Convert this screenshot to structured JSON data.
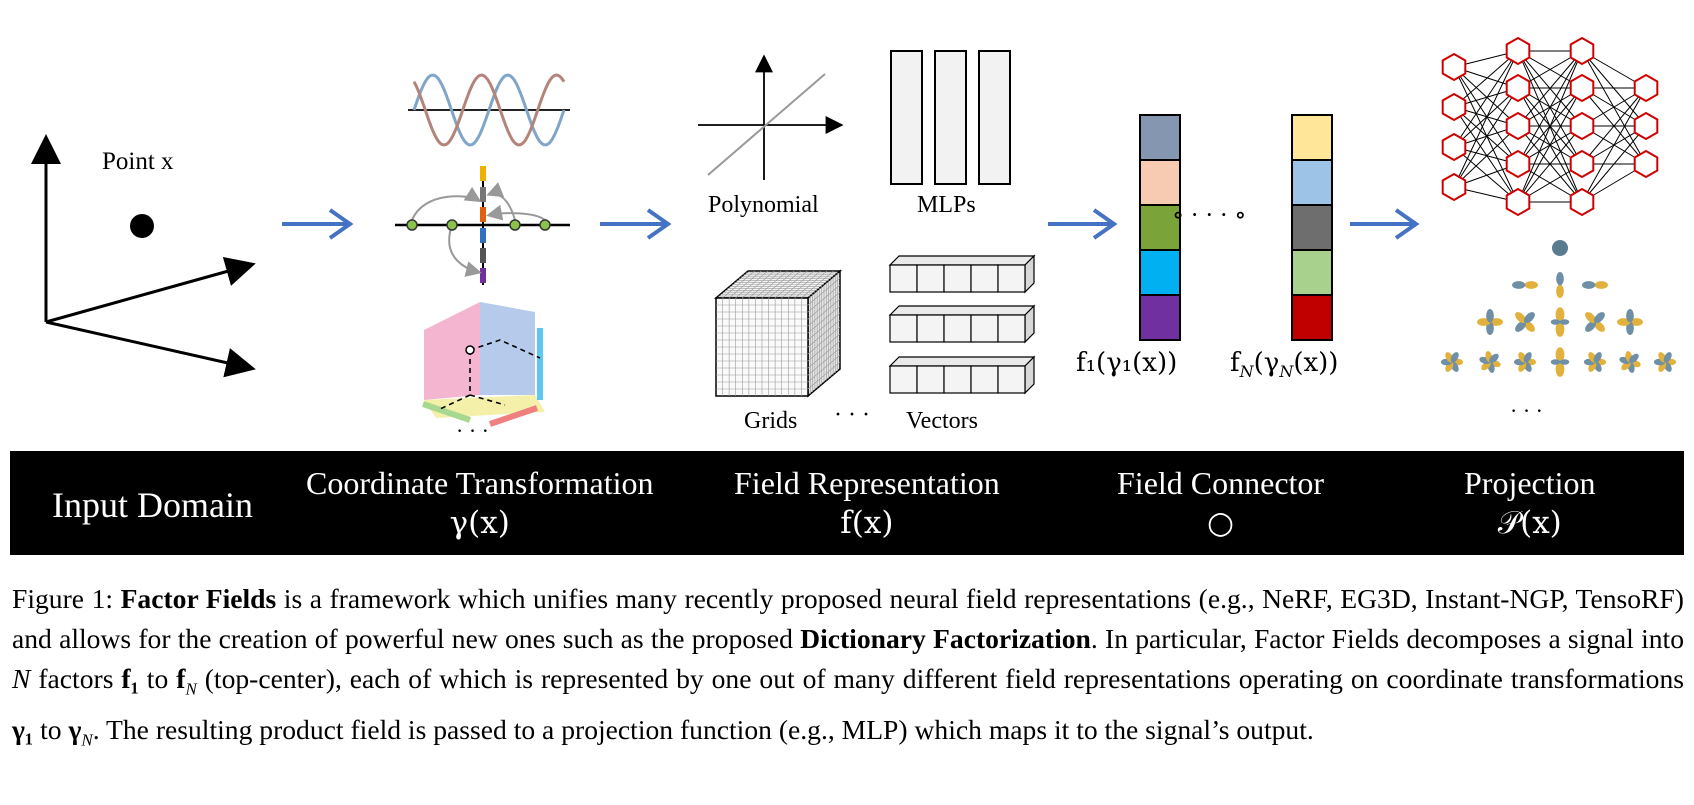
{
  "figure": {
    "point_label": "Point x",
    "polynomial_label": "Polynomial",
    "mlps_label": "MLPs",
    "grids_label": "Grids",
    "vectors_label": "Vectors",
    "dots": "· · ·",
    "factor1_label": "f₁(γ₁(x))",
    "factorN_label": "f_N(γ_N(x))",
    "connector_dots": "∘ · · · ∘",
    "factor1_colors": [
      "#8496b0",
      "#f7cbb1",
      "#7aa43a",
      "#00b0f0",
      "#7030a0"
    ],
    "factorN_colors": [
      "#ffe699",
      "#9dc3e6",
      "#6e6e6e",
      "#a9d18e",
      "#c00000"
    ],
    "arrow_color": "#4472c4"
  },
  "band": {
    "stages": [
      {
        "title": "Input Domain",
        "symbol": ""
      },
      {
        "title": "Coordinate Transformation",
        "symbol": "γ(x)"
      },
      {
        "title": "Field Representation",
        "symbol": "f(x)"
      },
      {
        "title": "Field Connector",
        "symbol": "○"
      },
      {
        "title": "Projection",
        "symbol": "𝒫(x)"
      }
    ]
  },
  "caption": {
    "lead": "Figure 1: ",
    "bold1": "Factor Fields",
    "part1": " is a framework which unifies many recently proposed neural field representations (e.g., NeRF, EG3D, Instant-NGP, TensoRF) and allows for the creation of powerful new ones such as the proposed ",
    "bold2": "Dictionary Factorization",
    "part2": ". In particular, Factor Fields decomposes a signal into ",
    "var_n": "N",
    "part3": " factors ",
    "f1": "f₁",
    "to1": " to ",
    "fN": "f",
    "fN_sub": "N",
    "part4": " (top-center), each of which is represented by one out of many different field representations operating on coordinate transformations ",
    "g1": "γ₁",
    "to2": " to ",
    "gN": "γ",
    "gN_sub": "N",
    "part5": ". The resulting product field is passed to a projection function (e.g., MLP) which maps it to the signal’s output."
  }
}
